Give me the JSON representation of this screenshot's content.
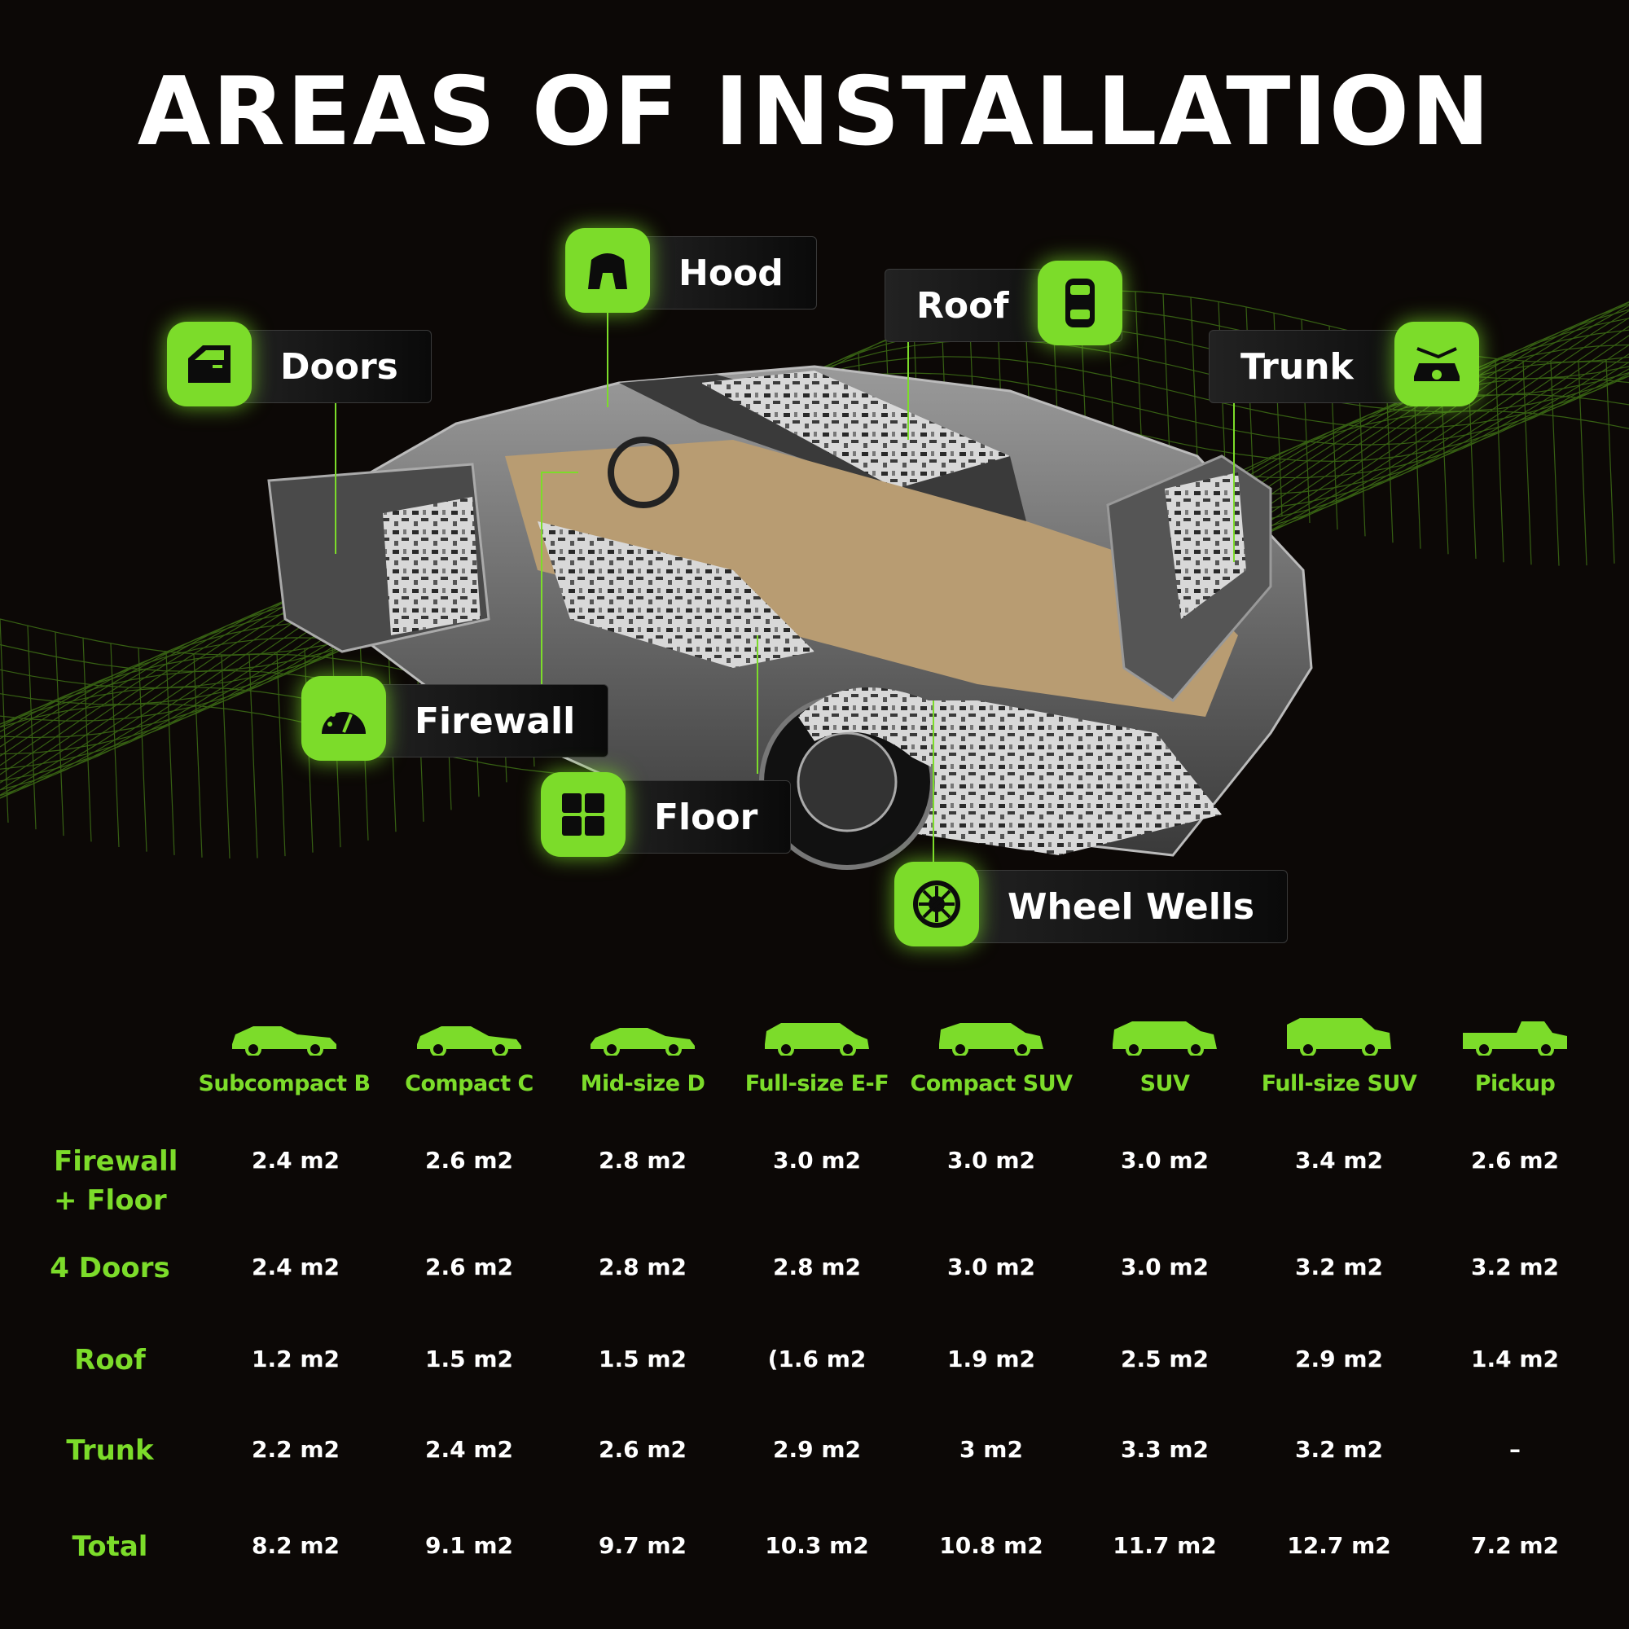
{
  "title": "AREAS OF INSTALLATION",
  "colors": {
    "accent": "#7cdc2a",
    "background": "#0c0806",
    "text": "#ffffff"
  },
  "callouts": [
    {
      "id": "doors",
      "label": "Doors",
      "icon": "car-door-icon"
    },
    {
      "id": "hood",
      "label": "Hood",
      "icon": "hood-icon"
    },
    {
      "id": "roof",
      "label": "Roof",
      "icon": "car-roof-icon"
    },
    {
      "id": "trunk",
      "label": "Trunk",
      "icon": "car-trunk-icon"
    },
    {
      "id": "firewall",
      "label": "Firewall",
      "icon": "gauge-icon"
    },
    {
      "id": "floor",
      "label": "Floor",
      "icon": "floor-grid-icon"
    },
    {
      "id": "wheel_wells",
      "label": "Wheel Wells",
      "icon": "wheel-icon"
    }
  ],
  "table": {
    "columns": [
      {
        "label": "Subcompact B",
        "icon": "hatchback-icon"
      },
      {
        "label": "Compact C",
        "icon": "compact-car-icon"
      },
      {
        "label": "Mid-size D",
        "icon": "sedan-icon"
      },
      {
        "label": "Full-size E-F",
        "icon": "minivan-icon"
      },
      {
        "label": "Compact SUV",
        "icon": "compact-suv-icon"
      },
      {
        "label": "SUV",
        "icon": "suv-icon"
      },
      {
        "label": "Full-size SUV",
        "icon": "full-size-suv-icon"
      },
      {
        "label": "Pickup",
        "icon": "pickup-truck-icon"
      }
    ],
    "rows": [
      {
        "label_lines": [
          "Firewall",
          "+ Floor"
        ],
        "values": [
          "2.4 m2",
          "2.6 m2",
          "2.8 m2",
          "3.0 m2",
          "3.0 m2",
          "3.0 m2",
          "3.4 m2",
          "2.6 m2"
        ]
      },
      {
        "label_lines": [
          "4 Doors"
        ],
        "values": [
          "2.4 m2",
          "2.6 m2",
          "2.8 m2",
          "2.8 m2",
          "3.0 m2",
          "3.0 m2",
          "3.2 m2",
          "3.2 m2"
        ]
      },
      {
        "label_lines": [
          "Roof"
        ],
        "values": [
          "1.2 m2",
          "1.5 m2",
          "1.5 m2",
          "(1.6 m2",
          "1.9 m2",
          "2.5 m2",
          "2.9 m2",
          "1.4 m2"
        ]
      },
      {
        "label_lines": [
          "Trunk"
        ],
        "values": [
          "2.2 m2",
          "2.4 m2",
          "2.6 m2",
          "2.9 m2",
          "3 m2",
          "3.3 m2",
          "3.2 m2",
          "–"
        ]
      },
      {
        "label_lines": [
          "Total"
        ],
        "values": [
          "8.2 m2",
          "9.1 m2",
          "9.7 m2",
          "10.3 m2",
          "10.8 m2",
          "11.7 m2",
          "12.7 m2",
          "7.2 m2"
        ]
      }
    ]
  }
}
